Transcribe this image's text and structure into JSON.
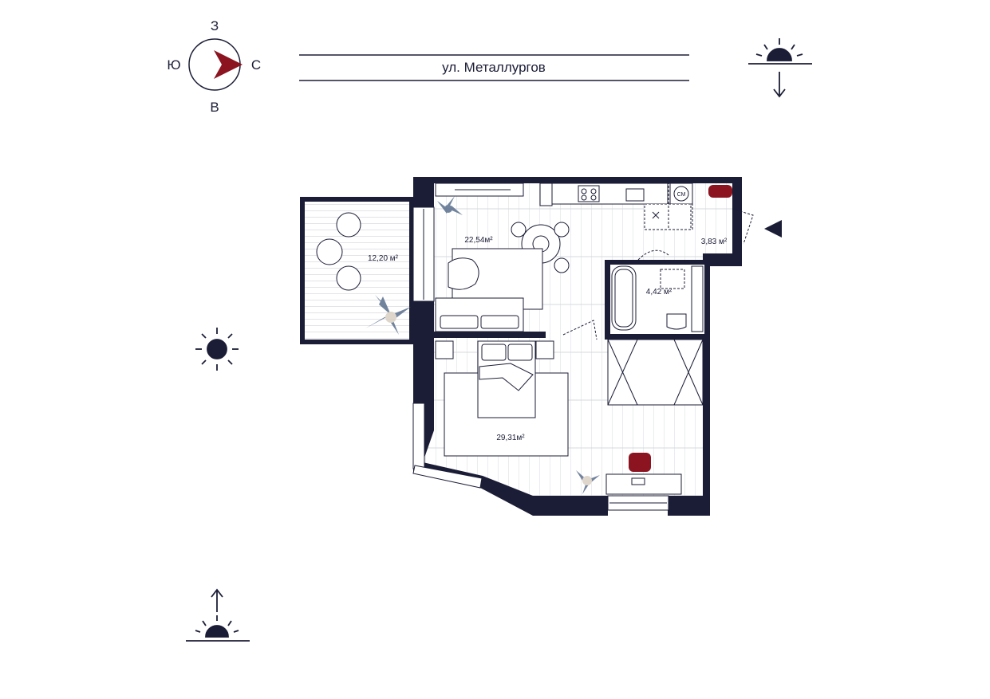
{
  "compass": {
    "north": "С",
    "south": "Ю",
    "east": "В",
    "west": "З"
  },
  "street": {
    "name": "ул. Металлургов"
  },
  "rooms": {
    "living_kitchen": {
      "area": "22,54м²"
    },
    "balcony": {
      "area": "12,20 м²"
    },
    "hall": {
      "area": "3,83 м²"
    },
    "bathroom": {
      "area": "4,42 м²"
    },
    "bedroom": {
      "area": "29,31м²"
    }
  },
  "fixtures": {
    "washer": "СМ"
  },
  "colors": {
    "walls": "#1b1d36",
    "accent": "#8b1420",
    "plant": "#5a6f8c",
    "floor_line": "#d7d8de"
  },
  "icons": {
    "compass": "compass-icon",
    "sunset": "sunset-icon",
    "sun": "sun-icon",
    "sunrise": "sunrise-icon",
    "entrance": "entrance-arrow-icon"
  }
}
